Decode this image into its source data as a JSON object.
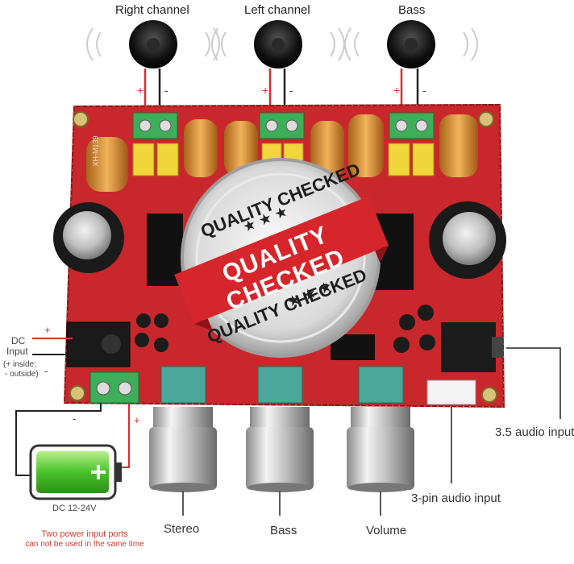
{
  "labels": {
    "right_channel": "Right channel",
    "left_channel": "Left channel",
    "bass": "Bass",
    "dc_input_line1": "DC",
    "dc_input_line2": "Input",
    "dc_input_line3": "(+ inside;",
    "dc_input_line4": "- outside)",
    "audio_35": "3.5 audio input",
    "audio_3pin": "3-pin audio input",
    "knob_stereo": "Stereo",
    "knob_bass": "Bass",
    "knob_volume": "Volume",
    "dc_range": "DC 12-24V",
    "warning_line1": "Two power input ports",
    "warning_line2": "can not be used in the same time",
    "board_model": "XH-M139"
  },
  "stamp": {
    "top_text": "QUALITY CHECKED",
    "ribbon_text": "QUALITY CHECKED",
    "bottom_text": "QUALITY CHECKED"
  },
  "terminal_marks": {
    "plus": "+",
    "minus": "-"
  },
  "colors": {
    "board": "#c8282b",
    "stamp_ribbon": "#d6262b",
    "battery_green": "#5fcf3a",
    "warning_text": "#d63b2e"
  }
}
